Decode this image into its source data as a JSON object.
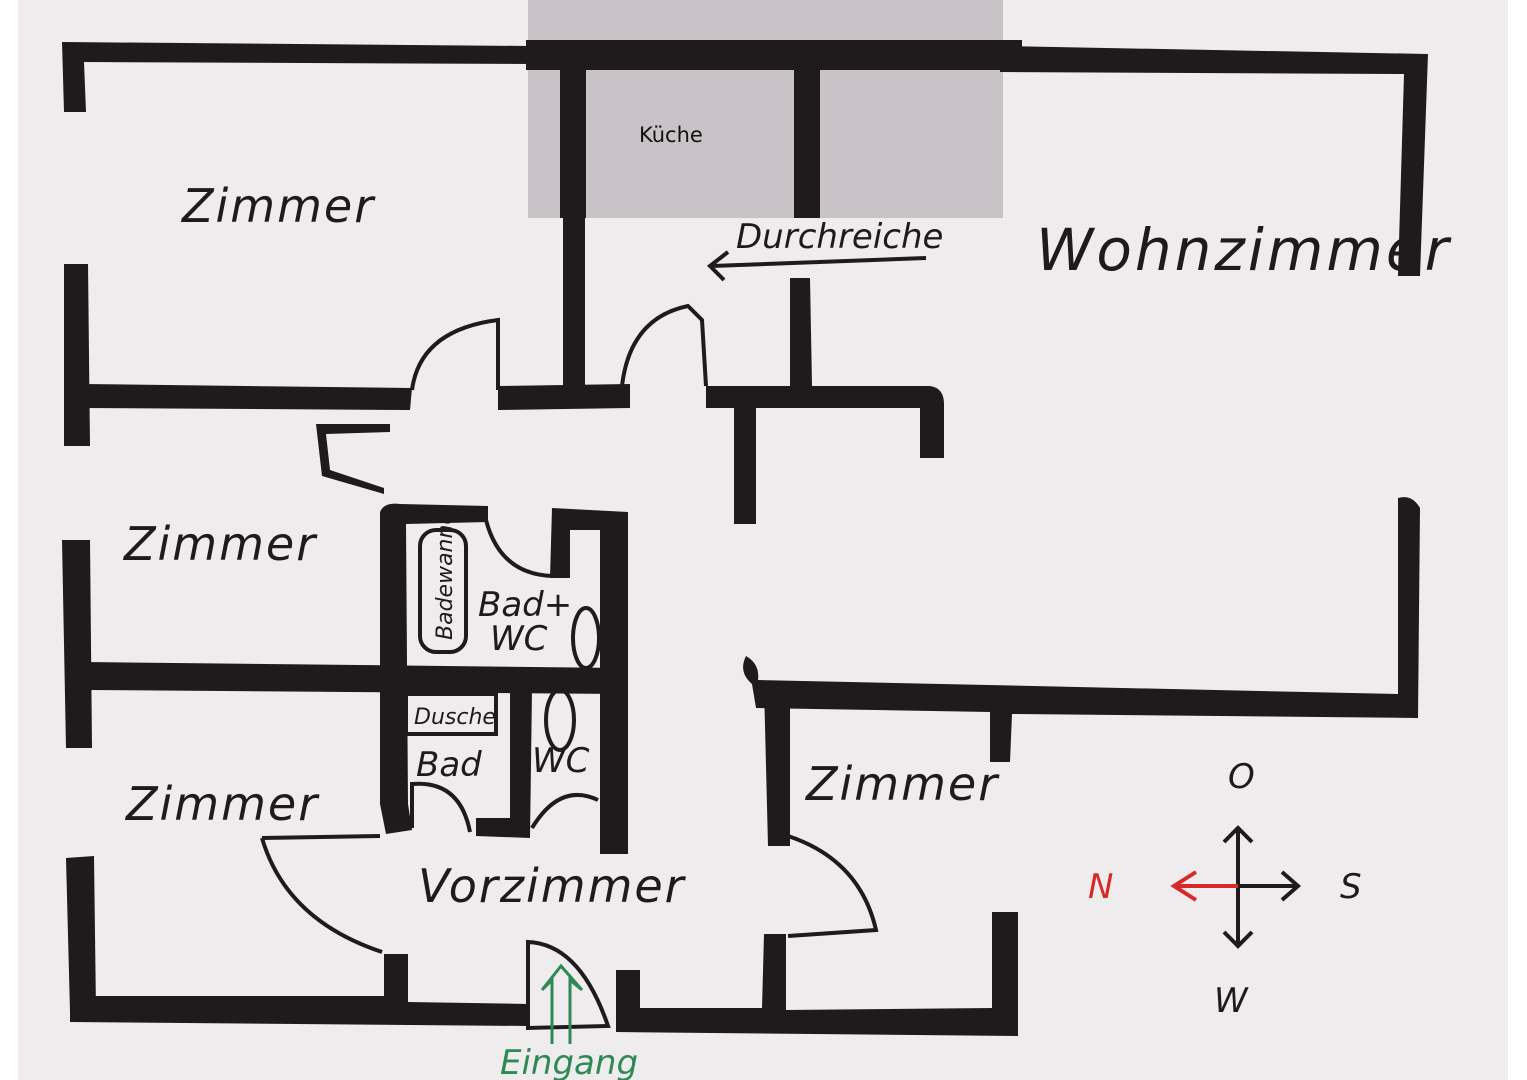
{
  "rooms": {
    "zimmer_top_left": "Zimmer",
    "zimmer_mid_left": "Zimmer",
    "zimmer_bottom_left": "Zimmer",
    "zimmer_right": "Zimmer",
    "wohnzimmer": "Wohnzimmer",
    "kueche": "Küche",
    "vorzimmer": "Vorzimmer",
    "bad_wc": "Bad+",
    "bad_wc_line2": "WC",
    "bad": "Bad",
    "wc": "WC"
  },
  "fixtures": {
    "badewanne": "Badewanne",
    "dusche": "Dusche"
  },
  "annotations": {
    "durchreiche": "Durchreiche",
    "eingang": "Eingang"
  },
  "compass": {
    "north": "N",
    "south": "S",
    "east": "O",
    "west": "W",
    "north_color": "#d62a2a"
  },
  "colors": {
    "paper": "#efecee",
    "ink": "#1f1a1c",
    "overlay": "#c9c2c6",
    "entrance": "#2e8a55"
  }
}
